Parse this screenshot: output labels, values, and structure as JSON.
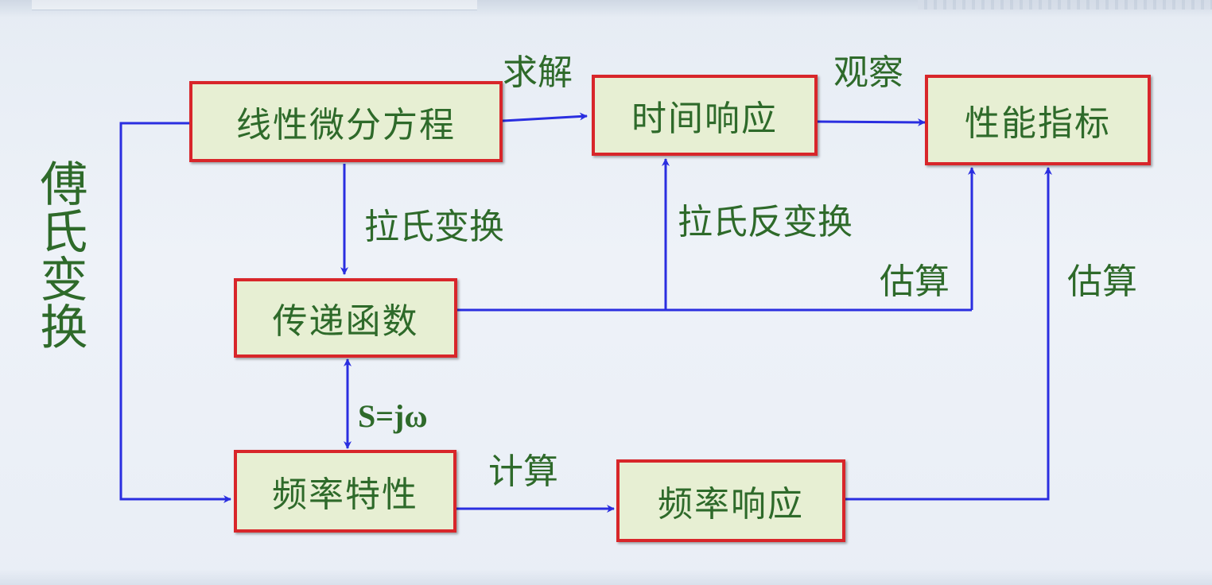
{
  "diagram": {
    "side_label": "傅氏变换",
    "boxes": {
      "linear_ode": "线性微分方程",
      "time_response": "时间响应",
      "performance_index": "性能指标",
      "transfer_function": "传递函数",
      "frequency_characteristic": "频率特性",
      "frequency_response": "频率响应"
    },
    "edges": {
      "solve": "求解",
      "observe": "观察",
      "laplace": "拉氏变换",
      "inverse_laplace": "拉氏反变换",
      "estimate_1": "估算",
      "estimate_2": "估算",
      "substitution": "S=jω",
      "compute": "计算"
    },
    "colors": {
      "box_border": "#d8262a",
      "box_fill": "#e7efd3",
      "text": "#2e6a2a",
      "arrow": "#2a2ee0"
    }
  }
}
